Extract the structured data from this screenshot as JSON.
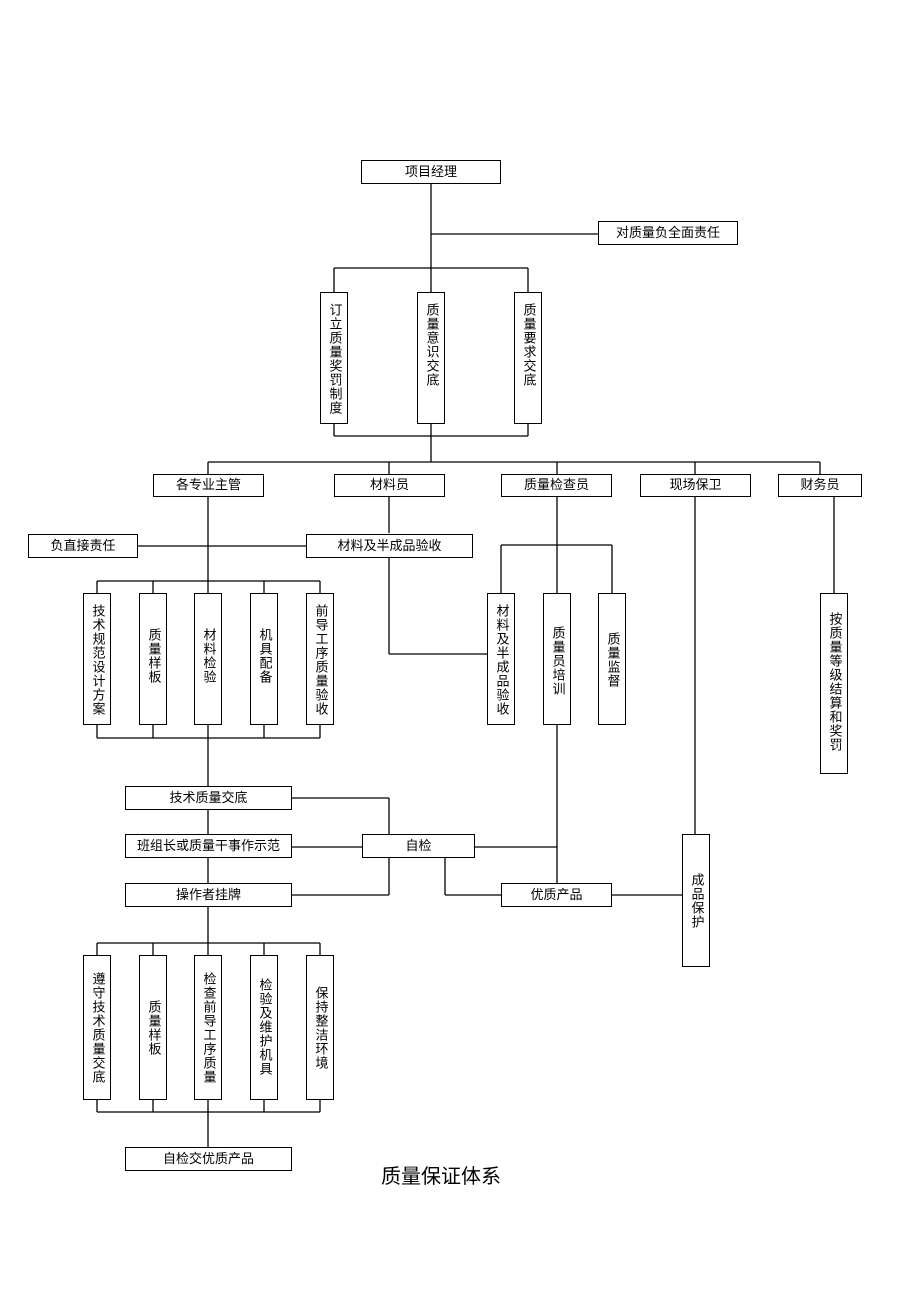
{
  "diagram": {
    "title": "质量保证体系",
    "nodes": {
      "pm": "项目经理",
      "responsibility": "对质量负全面责任",
      "rewards_system": "订立质量奖罚制度",
      "awareness_briefing": "质量意识交底",
      "requirements_briefing": "质量要求交底",
      "supervisors": "各专业主管",
      "materials_officer": "材料员",
      "quality_inspector": "质量检查员",
      "site_security": "现场保卫",
      "finance_officer": "财务员",
      "direct_responsibility": "负直接责任",
      "materials_acceptance": "材料及半成品验收",
      "tech_spec_plan": "技术规范设计方案",
      "quality_sample": "质量样板",
      "material_inspection": "材料检验",
      "machinery": "机具配备",
      "prev_process_acceptance": "前导工序质量验收",
      "materials_acceptance_v": "材料及半成品验收",
      "inspector_training": "质量员培训",
      "quality_supervision": "质量监督",
      "grade_settlement": "按质量等级结算和奖罚",
      "tech_quality_briefing": "技术质量交底",
      "team_leader_demo": "班组长或质量干事作示范",
      "self_inspection": "自检",
      "operator_tag": "操作者挂牌",
      "quality_product": "优质产品",
      "product_protection": "成品保护",
      "follow_briefing": "遵守技术质量交底",
      "quality_sample_2": "质量样板",
      "check_prev_quality": "检查前导工序质量",
      "maintain_machinery": "检验及维护机具",
      "keep_clean": "保持整洁环境",
      "self_check_deliver": "自检交优质产品"
    }
  }
}
